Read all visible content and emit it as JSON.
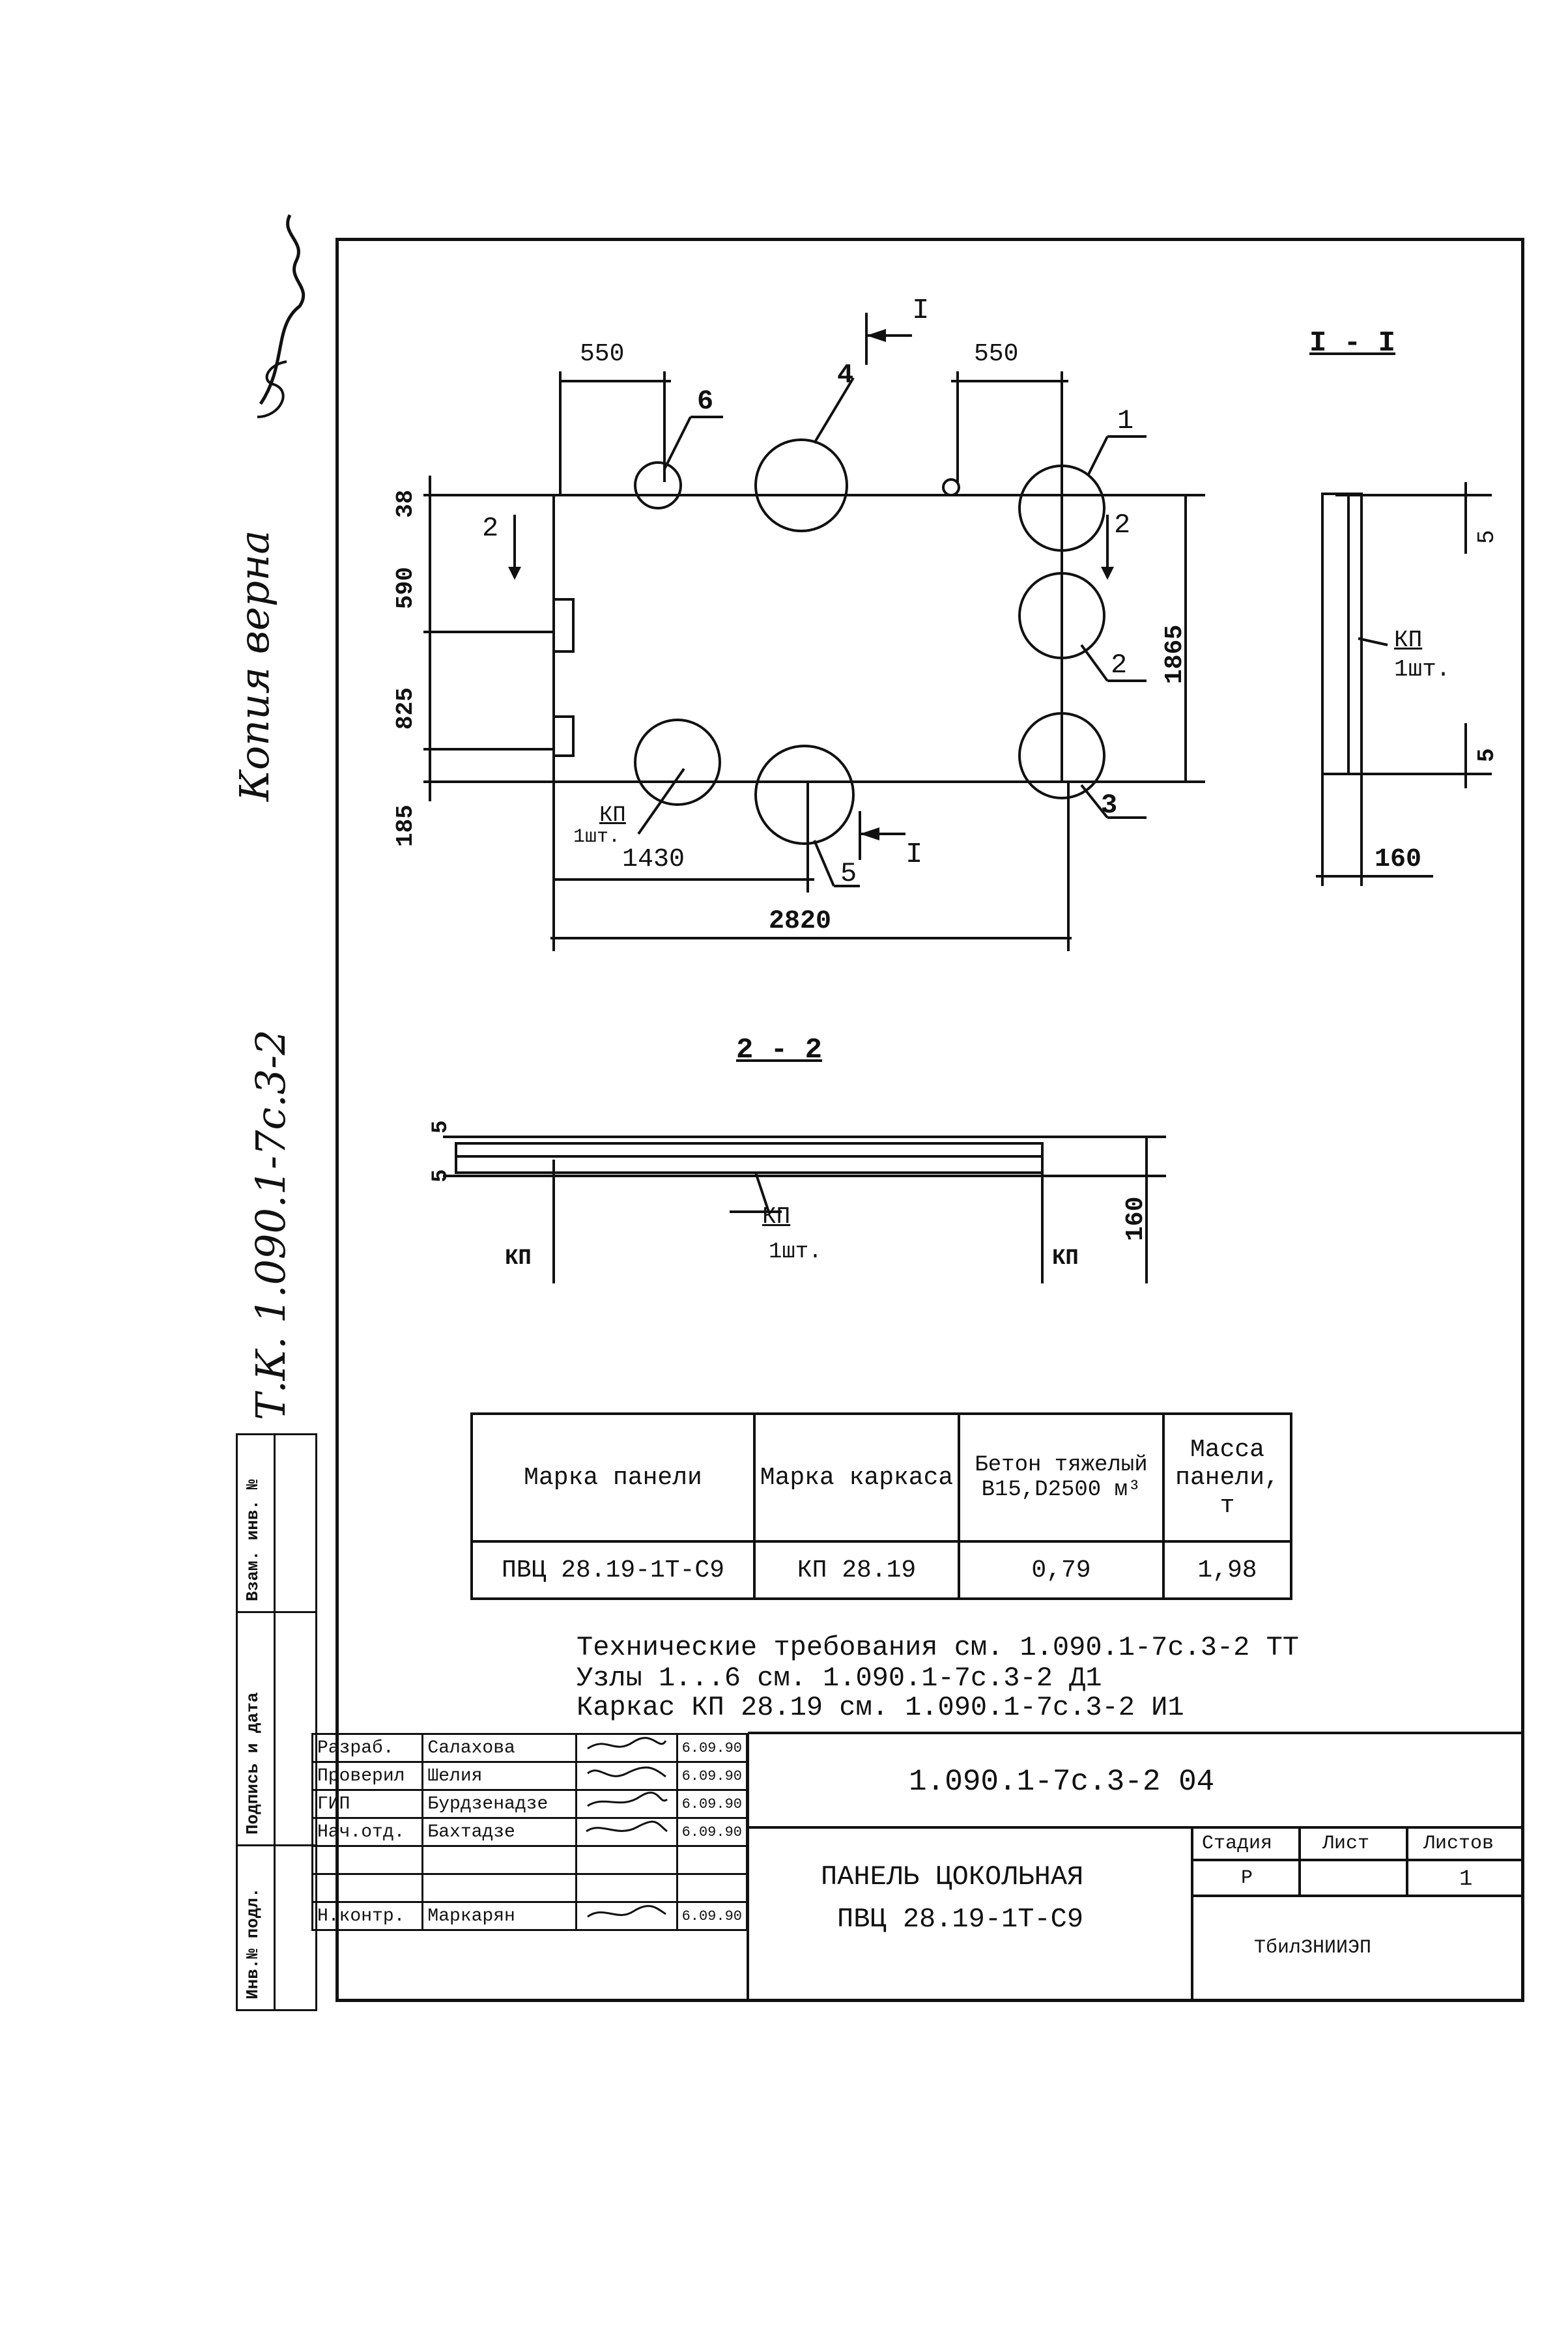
{
  "margin": {
    "copy_note": "Копия верна",
    "doc_code": "Т.К. 1.090.1-7с.3-2",
    "side_columns": [
      "Инв.№ подл.",
      "Подпись и дата",
      "Взам. инв. №"
    ]
  },
  "plan": {
    "dims_top": [
      "550",
      "550"
    ],
    "dims_left": [
      "38",
      "590",
      "825",
      "185"
    ],
    "dim_height": "1865",
    "dim_inner": "1430",
    "dim_total": "2820",
    "node_labels": [
      "1",
      "2",
      "3",
      "4",
      "5",
      "6"
    ],
    "cut_labels": [
      "2",
      "2"
    ],
    "section_marks": [
      "I",
      "I"
    ],
    "frame_label": "КП",
    "frame_qty": "1шт."
  },
  "section_1": {
    "title": "I - I",
    "dims": [
      "5",
      "5"
    ],
    "width": "160",
    "frame_label": "КП",
    "frame_qty": "1шт."
  },
  "section_2": {
    "title": "2 - 2",
    "dims": [
      "5",
      "5"
    ],
    "height": "160",
    "frame_label": "КП",
    "frame_qty": "1шт.",
    "side_labels": [
      "КП",
      "КП"
    ]
  },
  "spec_table": {
    "headers": [
      "Марка панели",
      "Марка каркаса",
      "Бетон тяжелый В15,D2500 м³",
      "Масса панели, т"
    ],
    "row": [
      "ПВЦ 28.19-1Т-С9",
      "КП 28.19",
      "0,79",
      "1,98"
    ]
  },
  "notes": [
    "Технические требования см. 1.090.1-7с.3-2 ТТ",
    "Узлы 1...6 см. 1.090.1-7с.3-2 Д1",
    "Каркас КП 28.19 см. 1.090.1-7с.3-2 И1"
  ],
  "stamp": {
    "rows": [
      {
        "role": "Разраб.",
        "name": "Салахова",
        "date": "6.09.90"
      },
      {
        "role": "Проверил",
        "name": "Шелия",
        "date": "6.09.90"
      },
      {
        "role": "ГИП",
        "name": "Бурдзенадзе",
        "date": "6.09.90"
      },
      {
        "role": "Нач.отд.",
        "name": "Бахтадзе",
        "date": "6.09.90"
      },
      {
        "role": "",
        "name": "",
        "date": ""
      },
      {
        "role": "",
        "name": "",
        "date": ""
      },
      {
        "role": "Н.контр.",
        "name": "Маркарян",
        "date": "6.09.90"
      }
    ],
    "doc_number": "1.090.1-7с.3-2 04",
    "title_line1": "ПАНЕЛЬ ЦОКОЛЬНАЯ",
    "title_line2": "ПВЦ 28.19-1Т-С9",
    "stage_header": "Стадия",
    "sheet_header": "Лист",
    "sheets_header": "Листов",
    "stage": "Р",
    "sheet": "",
    "sheets": "1",
    "org": "ТбилЗНИИЭП"
  }
}
